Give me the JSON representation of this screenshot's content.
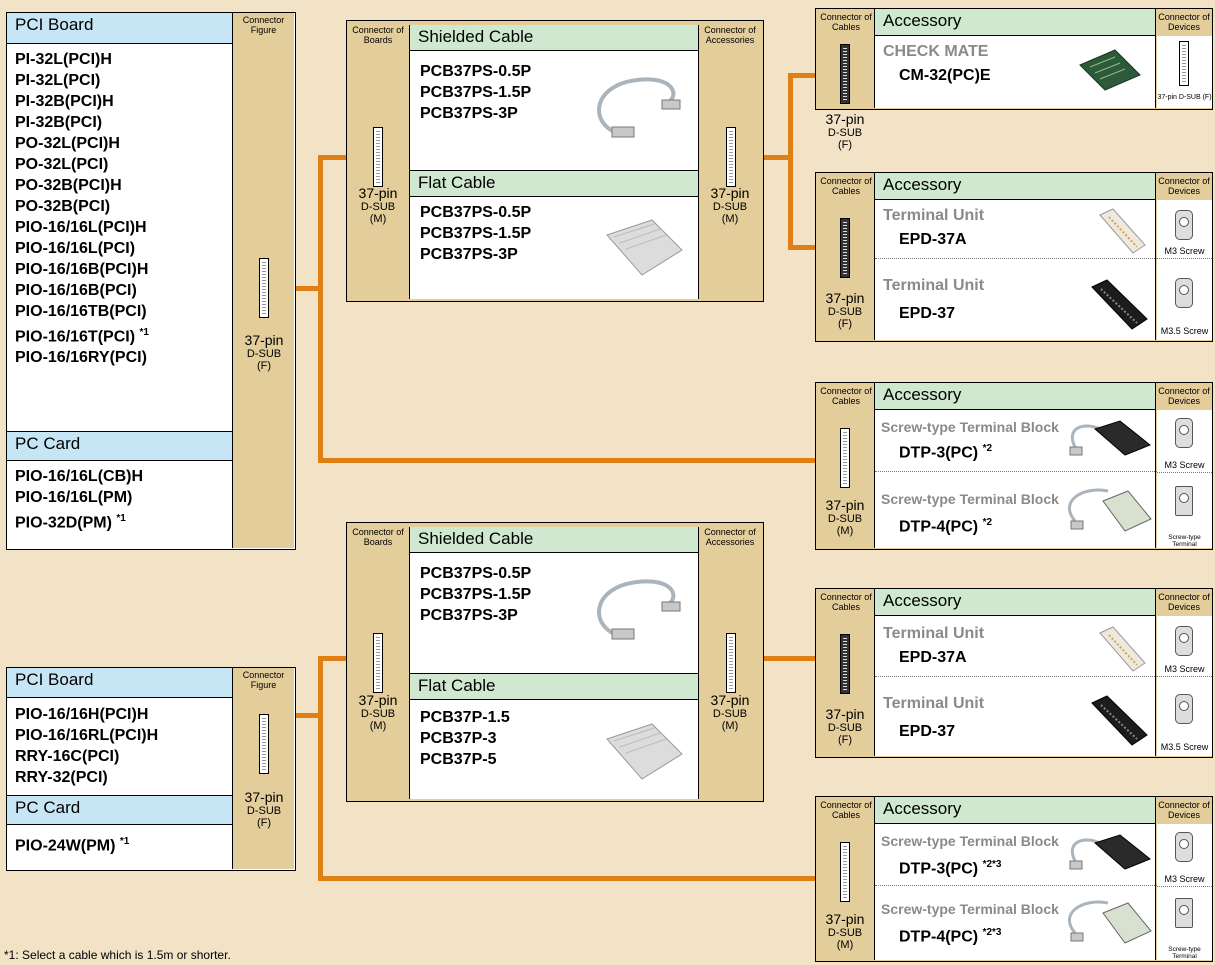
{
  "left1": {
    "pci_header": "PCI Board",
    "conn_header": "Connector Figure",
    "pci_items": [
      "PI-32L(PCI)H",
      "PI-32L(PCI)",
      "PI-32B(PCI)H",
      "PI-32B(PCI)",
      "PO-32L(PCI)H",
      "PO-32L(PCI)",
      "PO-32B(PCI)H",
      "PO-32B(PCI)",
      "PIO-16/16L(PCI)H",
      "PIO-16/16L(PCI)",
      "PIO-16/16B(PCI)H",
      "PIO-16/16B(PCI)",
      "PIO-16/16TB(PCI)",
      "PIO-16/16T(PCI)",
      "PIO-16/16RY(PCI)"
    ],
    "pci_item_note": "*1",
    "pc_header": "PC Card",
    "pc_items": [
      "PIO-16/16L(CB)H",
      "PIO-16/16L(PM)",
      "PIO-32D(PM)"
    ],
    "pc_item_note": "*1",
    "pin": "37-pin",
    "pin_sub": "D-SUB",
    "pin_gender": "(F)"
  },
  "left2": {
    "pci_header": "PCI Board",
    "conn_header": "Connector Figure",
    "pci_items": [
      "PIO-16/16H(PCI)H",
      "PIO-16/16RL(PCI)H",
      "RRY-16C(PCI)",
      "RRY-32(PCI)"
    ],
    "pc_header": "PC Card",
    "pc_item": "PIO-24W(PM)",
    "pc_item_note": "*1",
    "pin": "37-pin",
    "pin_sub": "D-SUB",
    "pin_gender": "(F)"
  },
  "cable1": {
    "left_header": "Connector of Boards",
    "right_header": "Connector of Accessories",
    "shielded_header": "Shielded Cable",
    "shielded_items": [
      "PCB37PS-0.5P",
      "PCB37PS-1.5P",
      "PCB37PS-3P"
    ],
    "flat_header": "Flat Cable",
    "flat_items": [
      "PCB37PS-0.5P",
      "PCB37PS-1.5P",
      "PCB37PS-3P"
    ],
    "pin": "37-pin",
    "pin_sub": "D-SUB",
    "pin_gender": "(M)"
  },
  "cable2": {
    "left_header": "Connector of Boards",
    "right_header": "Connector of Accessories",
    "shielded_header": "Shielded Cable",
    "shielded_items": [
      "PCB37PS-0.5P",
      "PCB37PS-1.5P",
      "PCB37PS-3P"
    ],
    "flat_header": "Flat Cable",
    "flat_items": [
      "PCB37P-1.5",
      "PCB37P-3",
      "PCB37P-5"
    ],
    "pin": "37-pin",
    "pin_sub": "D-SUB",
    "pin_gender": "(M)"
  },
  "acc_common": {
    "cables_header": "Connector of Cables",
    "devices_header": "Connector of Devices",
    "accessory_header": "Accessory"
  },
  "acc1": {
    "category": "CHECK MATE",
    "name": "CM-32(PC)E",
    "device": "37-pin D-SUB (F)",
    "pin": "37-pin",
    "pin_sub": "D-SUB",
    "pin_gender": "(F)"
  },
  "acc2": {
    "rows": [
      {
        "category": "Terminal Unit",
        "name": "EPD-37A",
        "device": "M3 Screw"
      },
      {
        "category": "Terminal Unit",
        "name": "EPD-37",
        "device": "M3.5 Screw"
      }
    ],
    "pin": "37-pin",
    "pin_sub": "D-SUB",
    "pin_gender": "(F)"
  },
  "acc3": {
    "rows": [
      {
        "category": "Screw-type Terminal Block",
        "name": "DTP-3(PC)",
        "note": "*2",
        "device": "M3 Screw"
      },
      {
        "category": "Screw-type Terminal Block",
        "name": "DTP-4(PC)",
        "note": "*2",
        "device": "Screw-type Terminal"
      }
    ],
    "pin": "37-pin",
    "pin_sub": "D-SUB",
    "pin_gender": "(M)"
  },
  "acc4": {
    "rows": [
      {
        "category": "Terminal Unit",
        "name": "EPD-37A",
        "device": "M3 Screw"
      },
      {
        "category": "Terminal Unit",
        "name": "EPD-37",
        "device": "M3.5 Screw"
      }
    ],
    "pin": "37-pin",
    "pin_sub": "D-SUB",
    "pin_gender": "(F)"
  },
  "acc5": {
    "rows": [
      {
        "category": "Screw-type Terminal Block",
        "name": "DTP-3(PC)",
        "note": "*2*3",
        "device": "M3 Screw"
      },
      {
        "category": "Screw-type Terminal Block",
        "name": "DTP-4(PC)",
        "note": "*2*3",
        "device": "Screw-type Terminal"
      }
    ],
    "pin": "37-pin",
    "pin_sub": "D-SUB",
    "pin_gender": "(M)"
  },
  "footnote": "*1: Select a cable which is 1.5m or shorter.",
  "colors": {
    "background": "#f2e3c6",
    "line": "#e07f16",
    "header_blue": "#c6e6f6",
    "header_green": "#cfe8cf",
    "connector_panel": "#e3cd9b"
  }
}
